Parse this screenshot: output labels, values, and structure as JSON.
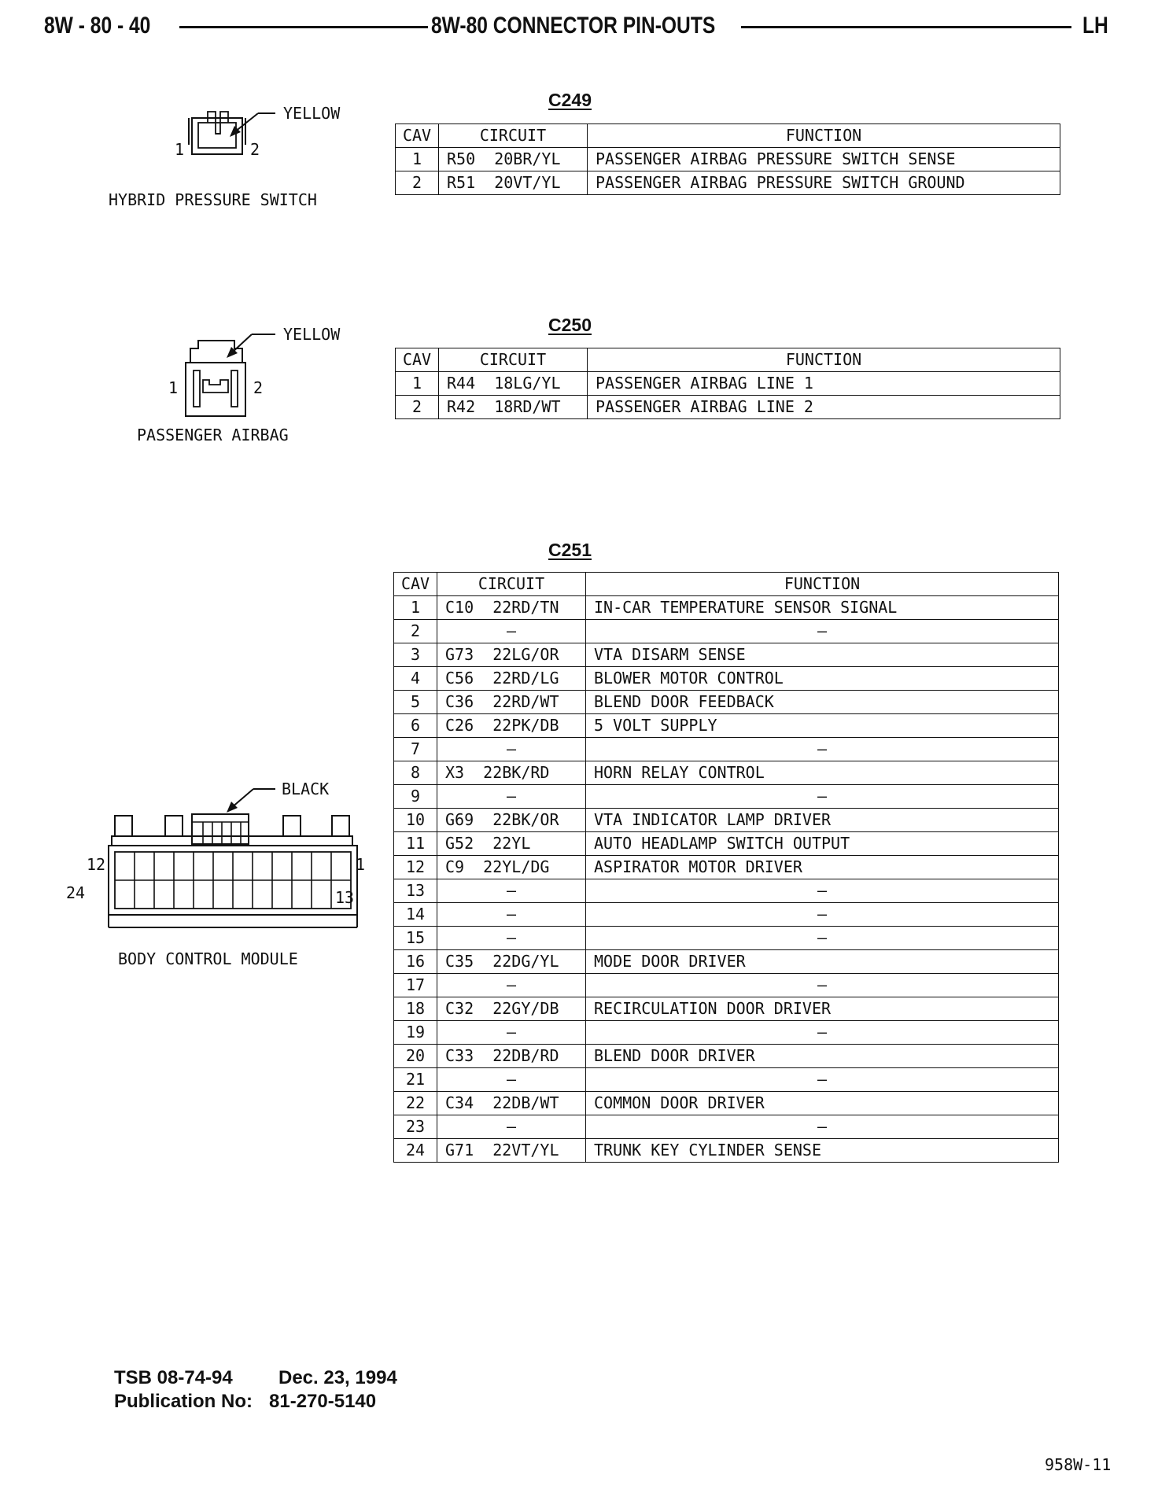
{
  "header": {
    "section": "8W - 80 - 40",
    "title": "8W-80 CONNECTOR PIN-OUTS",
    "side": "LH"
  },
  "columns": {
    "cav": "CAV",
    "circuit": "CIRCUIT",
    "function": "FUNCTION"
  },
  "connectors": [
    {
      "id": "C249",
      "component": "HYBRID PRESSURE SWITCH",
      "color": "YELLOW",
      "pin_left": "1",
      "pin_right": "2",
      "rows": [
        {
          "cav": "1",
          "circuit": "R50  20BR/YL",
          "function": "PASSENGER AIRBAG PRESSURE SWITCH SENSE"
        },
        {
          "cav": "2",
          "circuit": "R51  20VT/YL",
          "function": "PASSENGER AIRBAG PRESSURE SWITCH GROUND"
        }
      ]
    },
    {
      "id": "C250",
      "component": "PASSENGER AIRBAG",
      "color": "YELLOW",
      "pin_left": "1",
      "pin_right": "2",
      "rows": [
        {
          "cav": "1",
          "circuit": "R44  18LG/YL",
          "function": "PASSENGER AIRBAG LINE 1"
        },
        {
          "cav": "2",
          "circuit": "R42  18RD/WT",
          "function": "PASSENGER AIRBAG LINE 2"
        }
      ]
    },
    {
      "id": "C251",
      "component": "BODY CONTROL MODULE",
      "color": "BLACK",
      "pin_labels": {
        "top_left": "12",
        "top_right": "1",
        "bottom_left": "24",
        "bottom_right": "13"
      },
      "rows": [
        {
          "cav": "1",
          "circuit": "C10  22RD/TN",
          "function": "IN-CAR TEMPERATURE SENSOR SIGNAL"
        },
        {
          "cav": "2",
          "circuit": "–",
          "function": "–"
        },
        {
          "cav": "3",
          "circuit": "G73  22LG/OR",
          "function": "VTA DISARM SENSE"
        },
        {
          "cav": "4",
          "circuit": "C56  22RD/LG",
          "function": "BLOWER MOTOR CONTROL"
        },
        {
          "cav": "5",
          "circuit": "C36  22RD/WT",
          "function": "BLEND DOOR FEEDBACK"
        },
        {
          "cav": "6",
          "circuit": "C26  22PK/DB",
          "function": "5 VOLT SUPPLY"
        },
        {
          "cav": "7",
          "circuit": "–",
          "function": "–"
        },
        {
          "cav": "8",
          "circuit": "X3  22BK/RD",
          "function": "HORN RELAY CONTROL"
        },
        {
          "cav": "9",
          "circuit": "–",
          "function": "–"
        },
        {
          "cav": "10",
          "circuit": "G69  22BK/OR",
          "function": "VTA INDICATOR LAMP DRIVER"
        },
        {
          "cav": "11",
          "circuit": "G52  22YL",
          "function": "AUTO HEADLAMP SWITCH OUTPUT"
        },
        {
          "cav": "12",
          "circuit": "C9  22YL/DG",
          "function": "ASPIRATOR MOTOR DRIVER"
        },
        {
          "cav": "13",
          "circuit": "–",
          "function": "–"
        },
        {
          "cav": "14",
          "circuit": "–",
          "function": "–"
        },
        {
          "cav": "15",
          "circuit": "–",
          "function": "–"
        },
        {
          "cav": "16",
          "circuit": "C35  22DG/YL",
          "function": "MODE DOOR DRIVER"
        },
        {
          "cav": "17",
          "circuit": "–",
          "function": "–"
        },
        {
          "cav": "18",
          "circuit": "C32  22GY/DB",
          "function": "RECIRCULATION DOOR DRIVER"
        },
        {
          "cav": "19",
          "circuit": "–",
          "function": "–"
        },
        {
          "cav": "20",
          "circuit": "C33  22DB/RD",
          "function": "BLEND DOOR DRIVER"
        },
        {
          "cav": "21",
          "circuit": "–",
          "function": "–"
        },
        {
          "cav": "22",
          "circuit": "C34  22DB/WT",
          "function": "COMMON DOOR DRIVER"
        },
        {
          "cav": "23",
          "circuit": "–",
          "function": "–"
        },
        {
          "cav": "24",
          "circuit": "G71  22VT/YL",
          "function": "TRUNK KEY CYLINDER SENSE"
        }
      ]
    }
  ],
  "footer": {
    "tsb": "TSB 08-74-94",
    "date": "Dec. 23, 1994",
    "publication_label": "Publication No:",
    "publication_number": "81-270-5140",
    "doc_number": "958W-11"
  }
}
